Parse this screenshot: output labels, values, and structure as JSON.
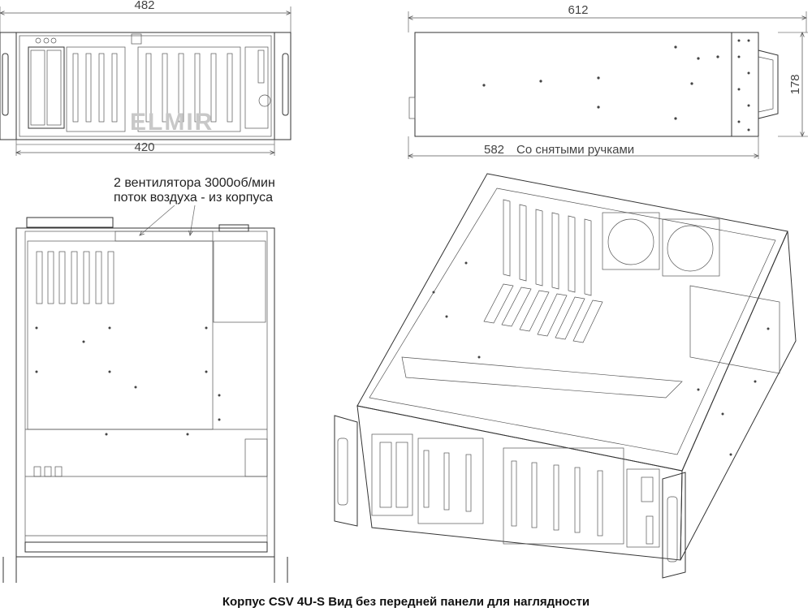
{
  "dimensions": {
    "front_width_outer": "482",
    "front_width_inner": "420",
    "side_depth_outer": "612",
    "side_depth_no_handles": "582",
    "side_depth_note": "Со снятыми ручками",
    "side_height": "178"
  },
  "fan_note": {
    "line1": "2 вентилятора 3000об/мин",
    "line2": "поток воздуха - из корпуса"
  },
  "watermark": "ELMIR",
  "caption": "Корпус CSV 4U-S  Вид без передней панели для наглядности"
}
